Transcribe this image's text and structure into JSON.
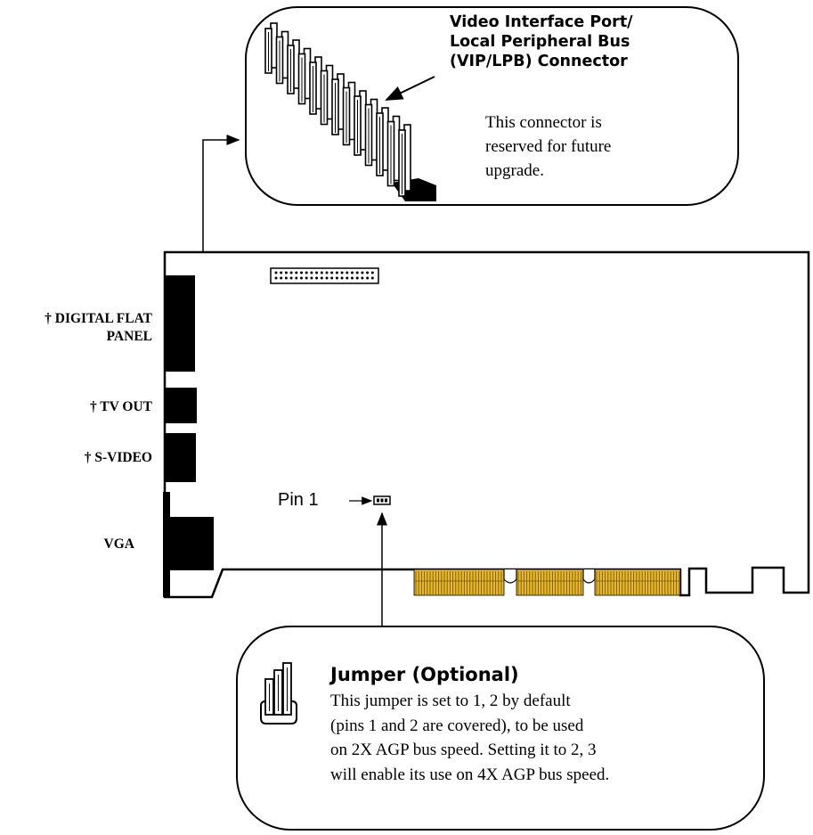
{
  "vip_callout": {
    "title_lines": [
      "Video Interface Port/",
      "Local Peripheral Bus",
      "(VIP/LPB) Connector"
    ],
    "description_lines": [
      "This connector is",
      "reserved for future",
      "upgrade."
    ]
  },
  "ports": {
    "dfp_line1": "† DIGITAL FLAT",
    "dfp_line2": "PANEL",
    "tv_out": "† TV OUT",
    "s_video": "† S-VIDEO",
    "vga": "VGA"
  },
  "pin_label": "Pin 1",
  "jumper_callout": {
    "title": "Jumper (Optional)",
    "description_lines": [
      "This jumper is set to 1, 2 by default",
      "(pins 1 and 2 are covered), to be used",
      "on 2X AGP bus speed. Setting it to 2, 3",
      "will enable its use on 4X AGP bus speed."
    ]
  },
  "colors": {
    "gold_contacts": "#e8b830",
    "outline": "#000000",
    "background": "#ffffff"
  }
}
